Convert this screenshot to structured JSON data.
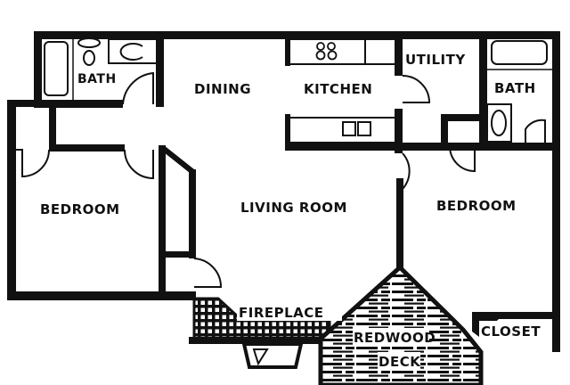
{
  "floorplan": {
    "rooms": {
      "bath_left": "BATH",
      "dining": "DINING",
      "kitchen": "KITCHEN",
      "utility": "UTILITY",
      "bath_right": "BATH",
      "bedroom_left": "BEDROOM",
      "living_room": "LIVING ROOM",
      "bedroom_right": "BEDROOM",
      "fireplace": "FIREPLACE",
      "redwood_deck_line1": "REDWOOD",
      "redwood_deck_line2": "DECK",
      "closet": "CLOSET"
    },
    "colors": {
      "wall": "#111111",
      "background": "#ffffff"
    }
  }
}
